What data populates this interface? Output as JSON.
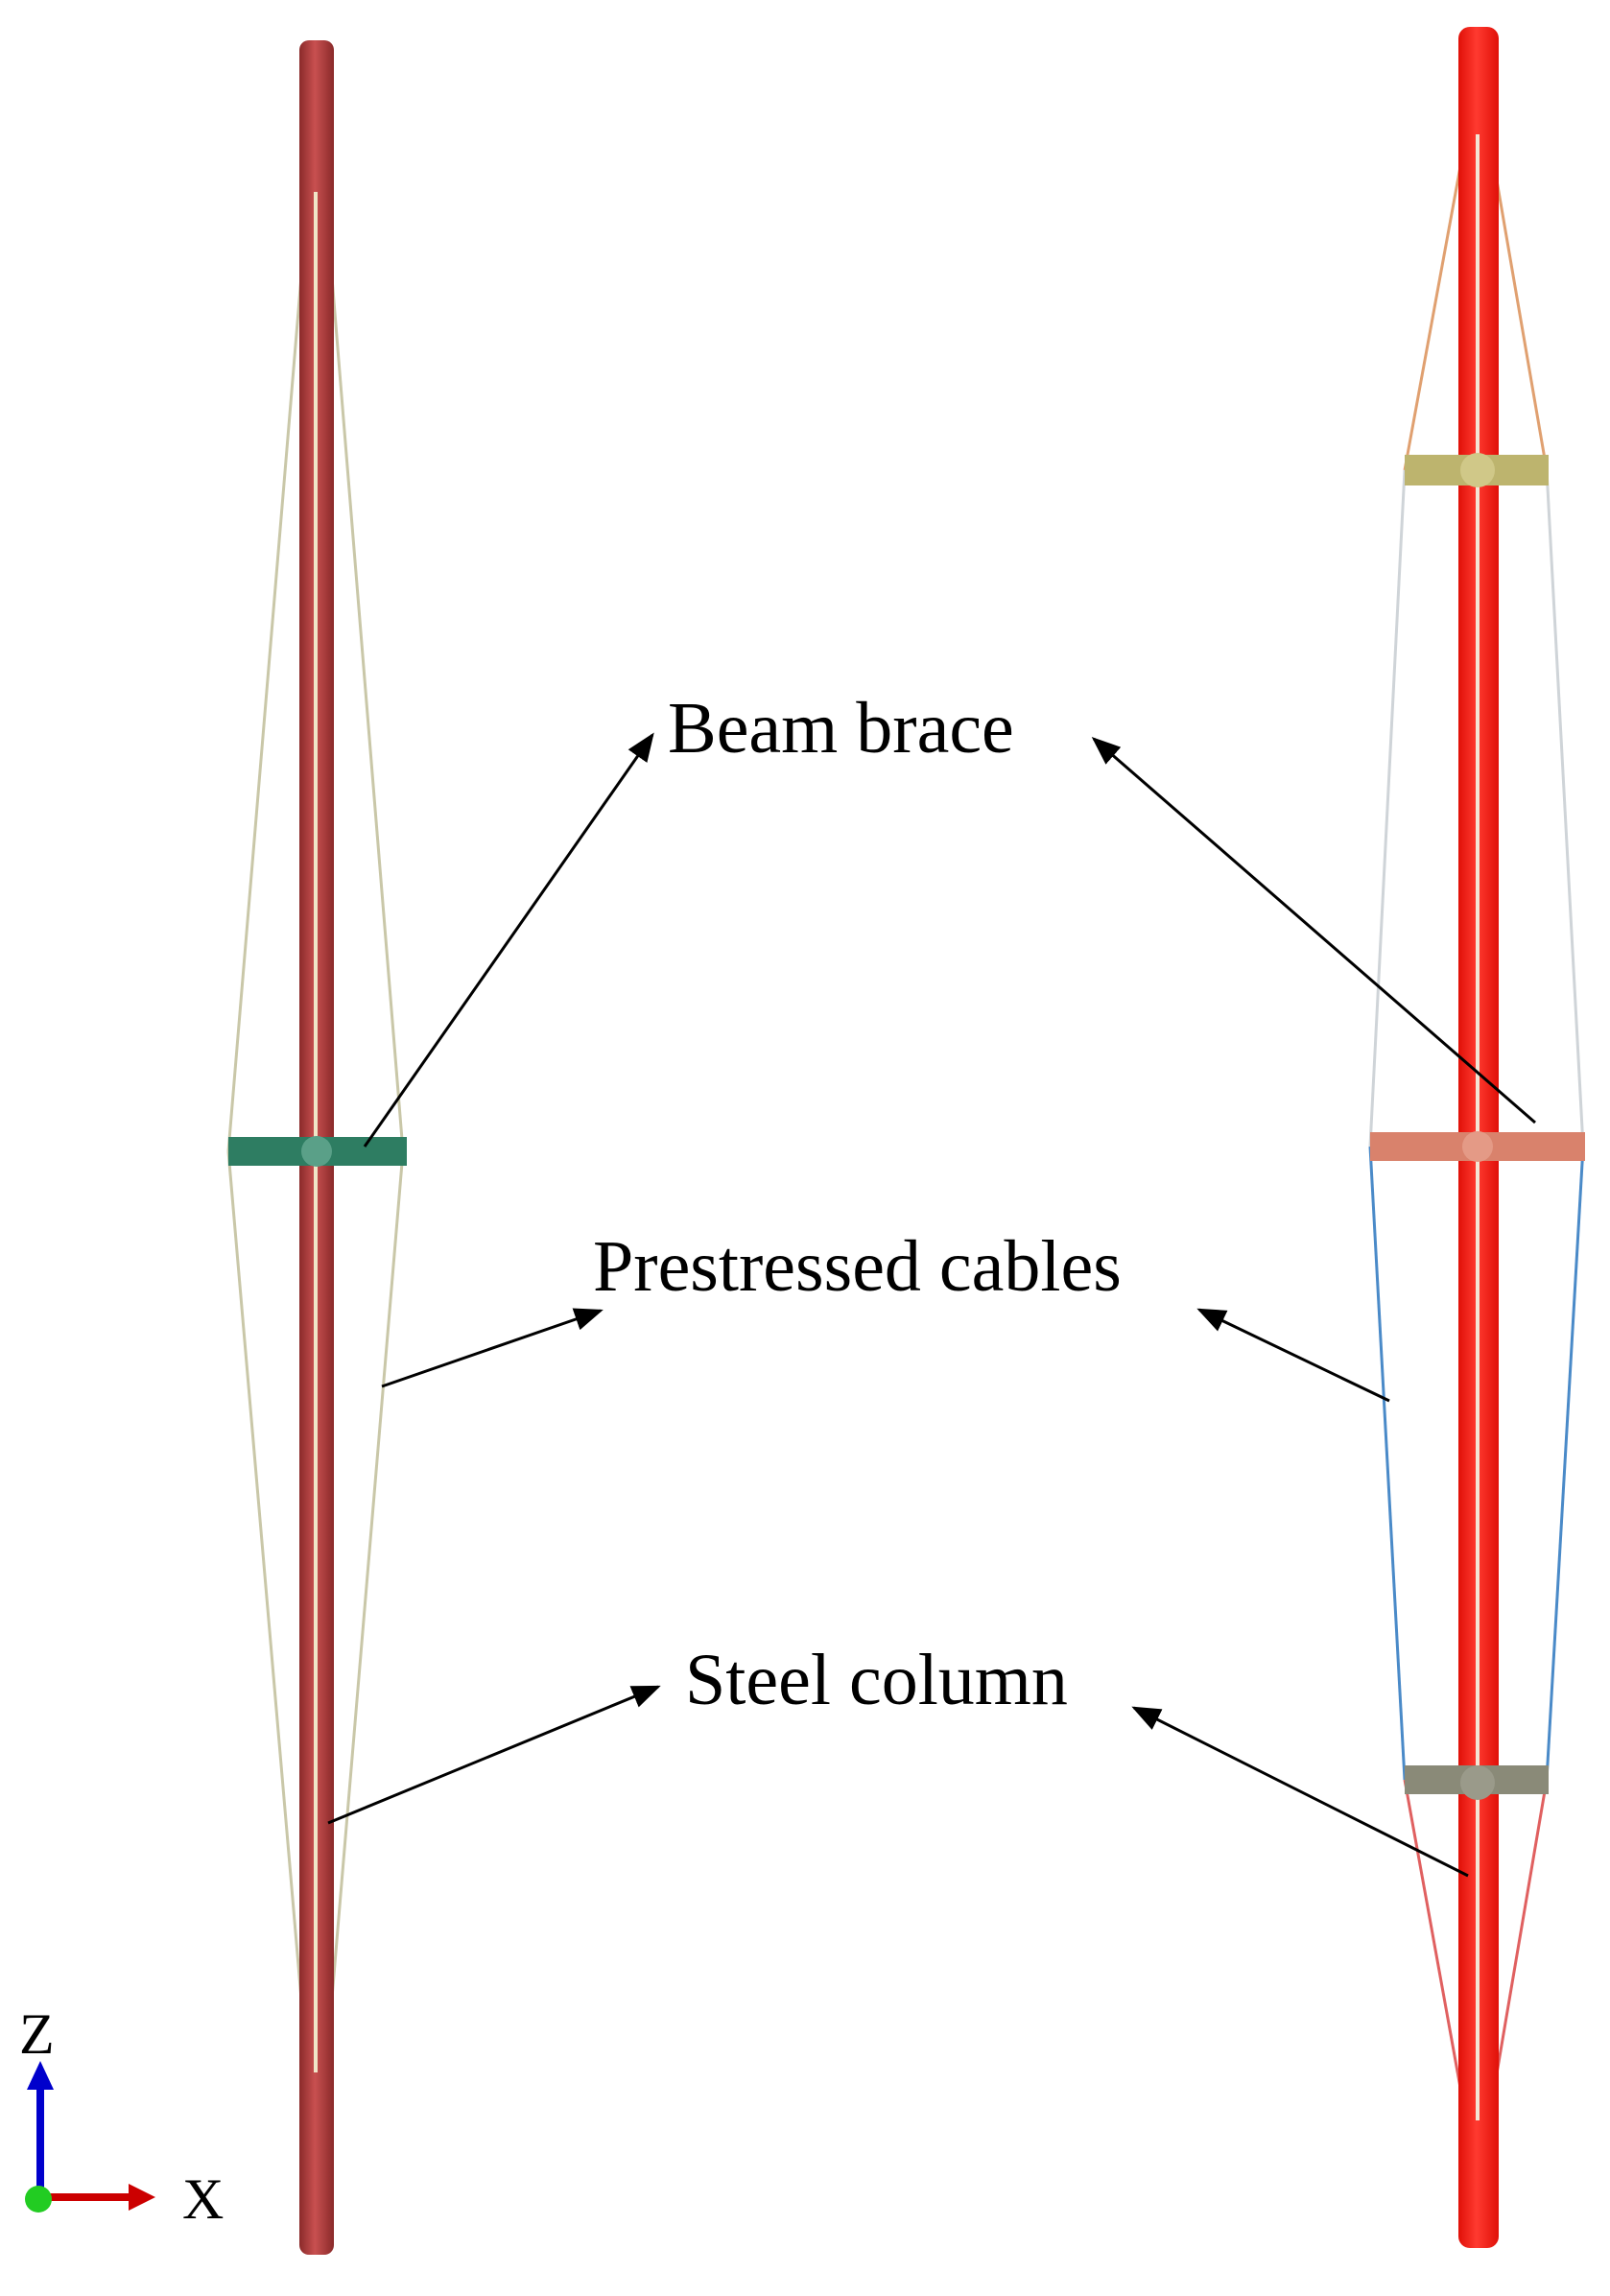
{
  "labels": {
    "beam_brace": "Beam brace",
    "prestressed_cables": "Prestressed cables",
    "steel_column": "Steel column"
  },
  "axes": {
    "z": "Z",
    "x": "X"
  },
  "colors": {
    "left_column": "#b83c3c",
    "left_brace": "#2e7d62",
    "left_cable": "#c9c7a8",
    "right_column": "#ff1a10",
    "right_top_brace": "#bdb46e",
    "right_mid_brace": "#d9826c",
    "right_bottom_brace": "#8a8a78",
    "right_cable_top": "#e0a070",
    "right_cable_upper_mid": "#cfd4d8",
    "right_cable_lower_mid": "#4a8ac8",
    "right_cable_bottom": "#e06060",
    "axis_z": "#0000cc",
    "axis_x": "#cc0000",
    "axis_origin": "#22cc22"
  }
}
